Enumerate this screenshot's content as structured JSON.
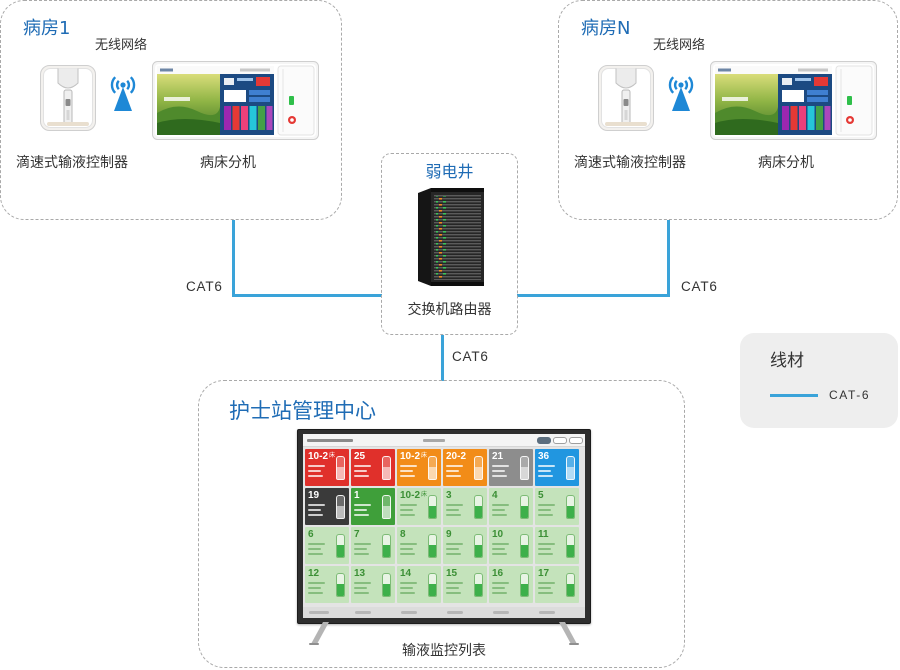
{
  "rooms": [
    {
      "title": "病房1",
      "network_label": "无线网络",
      "controller_label": "滴速式输液控制器",
      "terminal_label": "病床分机"
    },
    {
      "title": "病房N",
      "network_label": "无线网络",
      "controller_label": "滴速式输液控制器",
      "terminal_label": "病床分机"
    }
  ],
  "hub": {
    "title": "弱电井",
    "device_label": "交换机路由器"
  },
  "links": [
    {
      "label": "CAT6"
    },
    {
      "label": "CAT6"
    },
    {
      "label": "CAT6"
    }
  ],
  "legend": {
    "title": "线材",
    "items": [
      {
        "label": "CAT-6",
        "color": "#3aa3d9"
      }
    ]
  },
  "station": {
    "title": "护士站管理中心",
    "monitor_label": "输液监控列表",
    "tiles": [
      {
        "bed": "10-2",
        "suffix": "床",
        "color": "#e0302b"
      },
      {
        "bed": "25",
        "color": "#e0302b"
      },
      {
        "bed": "10-2",
        "suffix": "床",
        "color": "#f28c18"
      },
      {
        "bed": "20-2",
        "color": "#f28c18"
      },
      {
        "bed": "21",
        "color": "#8d8d8d"
      },
      {
        "bed": "36",
        "color": "#2196e0"
      },
      {
        "bed": "19",
        "color": "#3a3a3a"
      },
      {
        "bed": "1",
        "color": "#3f9f3a"
      },
      {
        "bed": "10-2",
        "suffix": "床",
        "color": "#c4e3bb"
      },
      {
        "bed": "3",
        "color": "#c4e3bb"
      },
      {
        "bed": "4",
        "color": "#c4e3bb"
      },
      {
        "bed": "5",
        "color": "#c4e3bb"
      },
      {
        "bed": "6",
        "color": "#c4e3bb"
      },
      {
        "bed": "7",
        "color": "#c4e3bb"
      },
      {
        "bed": "8",
        "color": "#c4e3bb"
      },
      {
        "bed": "9",
        "color": "#c4e3bb"
      },
      {
        "bed": "10",
        "color": "#c4e3bb"
      },
      {
        "bed": "11",
        "color": "#c4e3bb"
      },
      {
        "bed": "12",
        "color": "#c4e3bb"
      },
      {
        "bed": "13",
        "color": "#c4e3bb"
      },
      {
        "bed": "14",
        "color": "#c4e3bb"
      },
      {
        "bed": "15",
        "color": "#c4e3bb"
      },
      {
        "bed": "16",
        "color": "#c4e3bb"
      },
      {
        "bed": "17",
        "color": "#c4e3bb"
      }
    ]
  },
  "colors": {
    "title_blue": "#1f6cb5",
    "cable": "#3aa3d9",
    "wireless": "#1e88d6",
    "tile_light": "#c4e3bb"
  },
  "icons": {
    "controller": "infusion-controller-icon",
    "wireless": "wireless-signal-icon",
    "terminal": "bedside-terminal-icon",
    "switch": "server-rack-icon",
    "monitor": "monitor-tv-icon"
  }
}
